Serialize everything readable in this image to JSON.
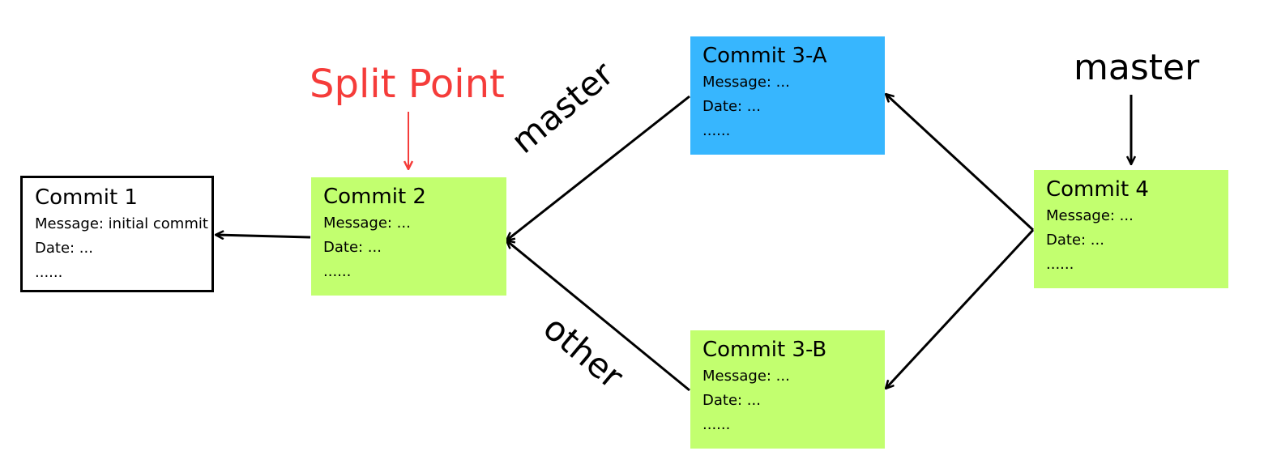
{
  "commits": [
    {
      "id": "commit1",
      "title": "Commit 1",
      "message": "Message: initial commit",
      "date": "Date: ...",
      "more": "......",
      "fill": "#ffffff",
      "border": "#000000"
    },
    {
      "id": "commit2",
      "title": "Commit 2",
      "message": "Message: ...",
      "date": "Date: ...",
      "more": "......",
      "fill": "#c2ff6f"
    },
    {
      "id": "commit3a",
      "title": "Commit 3-A",
      "message": "Message: ...",
      "date": "Date: ...",
      "more": "......",
      "fill": "#37b6fe"
    },
    {
      "id": "commit3b",
      "title": "Commit 3-B",
      "message": "Message: ...",
      "date": "Date: ...",
      "more": "......",
      "fill": "#c2ff6f"
    },
    {
      "id": "commit4",
      "title": "Commit 4",
      "message": "Message: ...",
      "date": "Date: ...",
      "more": "......",
      "fill": "#c2ff6f"
    }
  ],
  "labels": {
    "split_point": "Split Point",
    "master_pointer": "master",
    "master_edge": "master",
    "other_edge": "other"
  },
  "colors": {
    "split_point": "#f53c3a",
    "arrow": "#000000"
  },
  "edges": [
    {
      "from": "Commit 2",
      "to": "Commit 1"
    },
    {
      "from": "Commit 3-A",
      "to": "Commit 2",
      "label": "master"
    },
    {
      "from": "Commit 3-B",
      "to": "Commit 2",
      "label": "other"
    },
    {
      "from": "Commit 4",
      "to": "Commit 3-A"
    },
    {
      "from": "Commit 4",
      "to": "Commit 3-B"
    }
  ]
}
